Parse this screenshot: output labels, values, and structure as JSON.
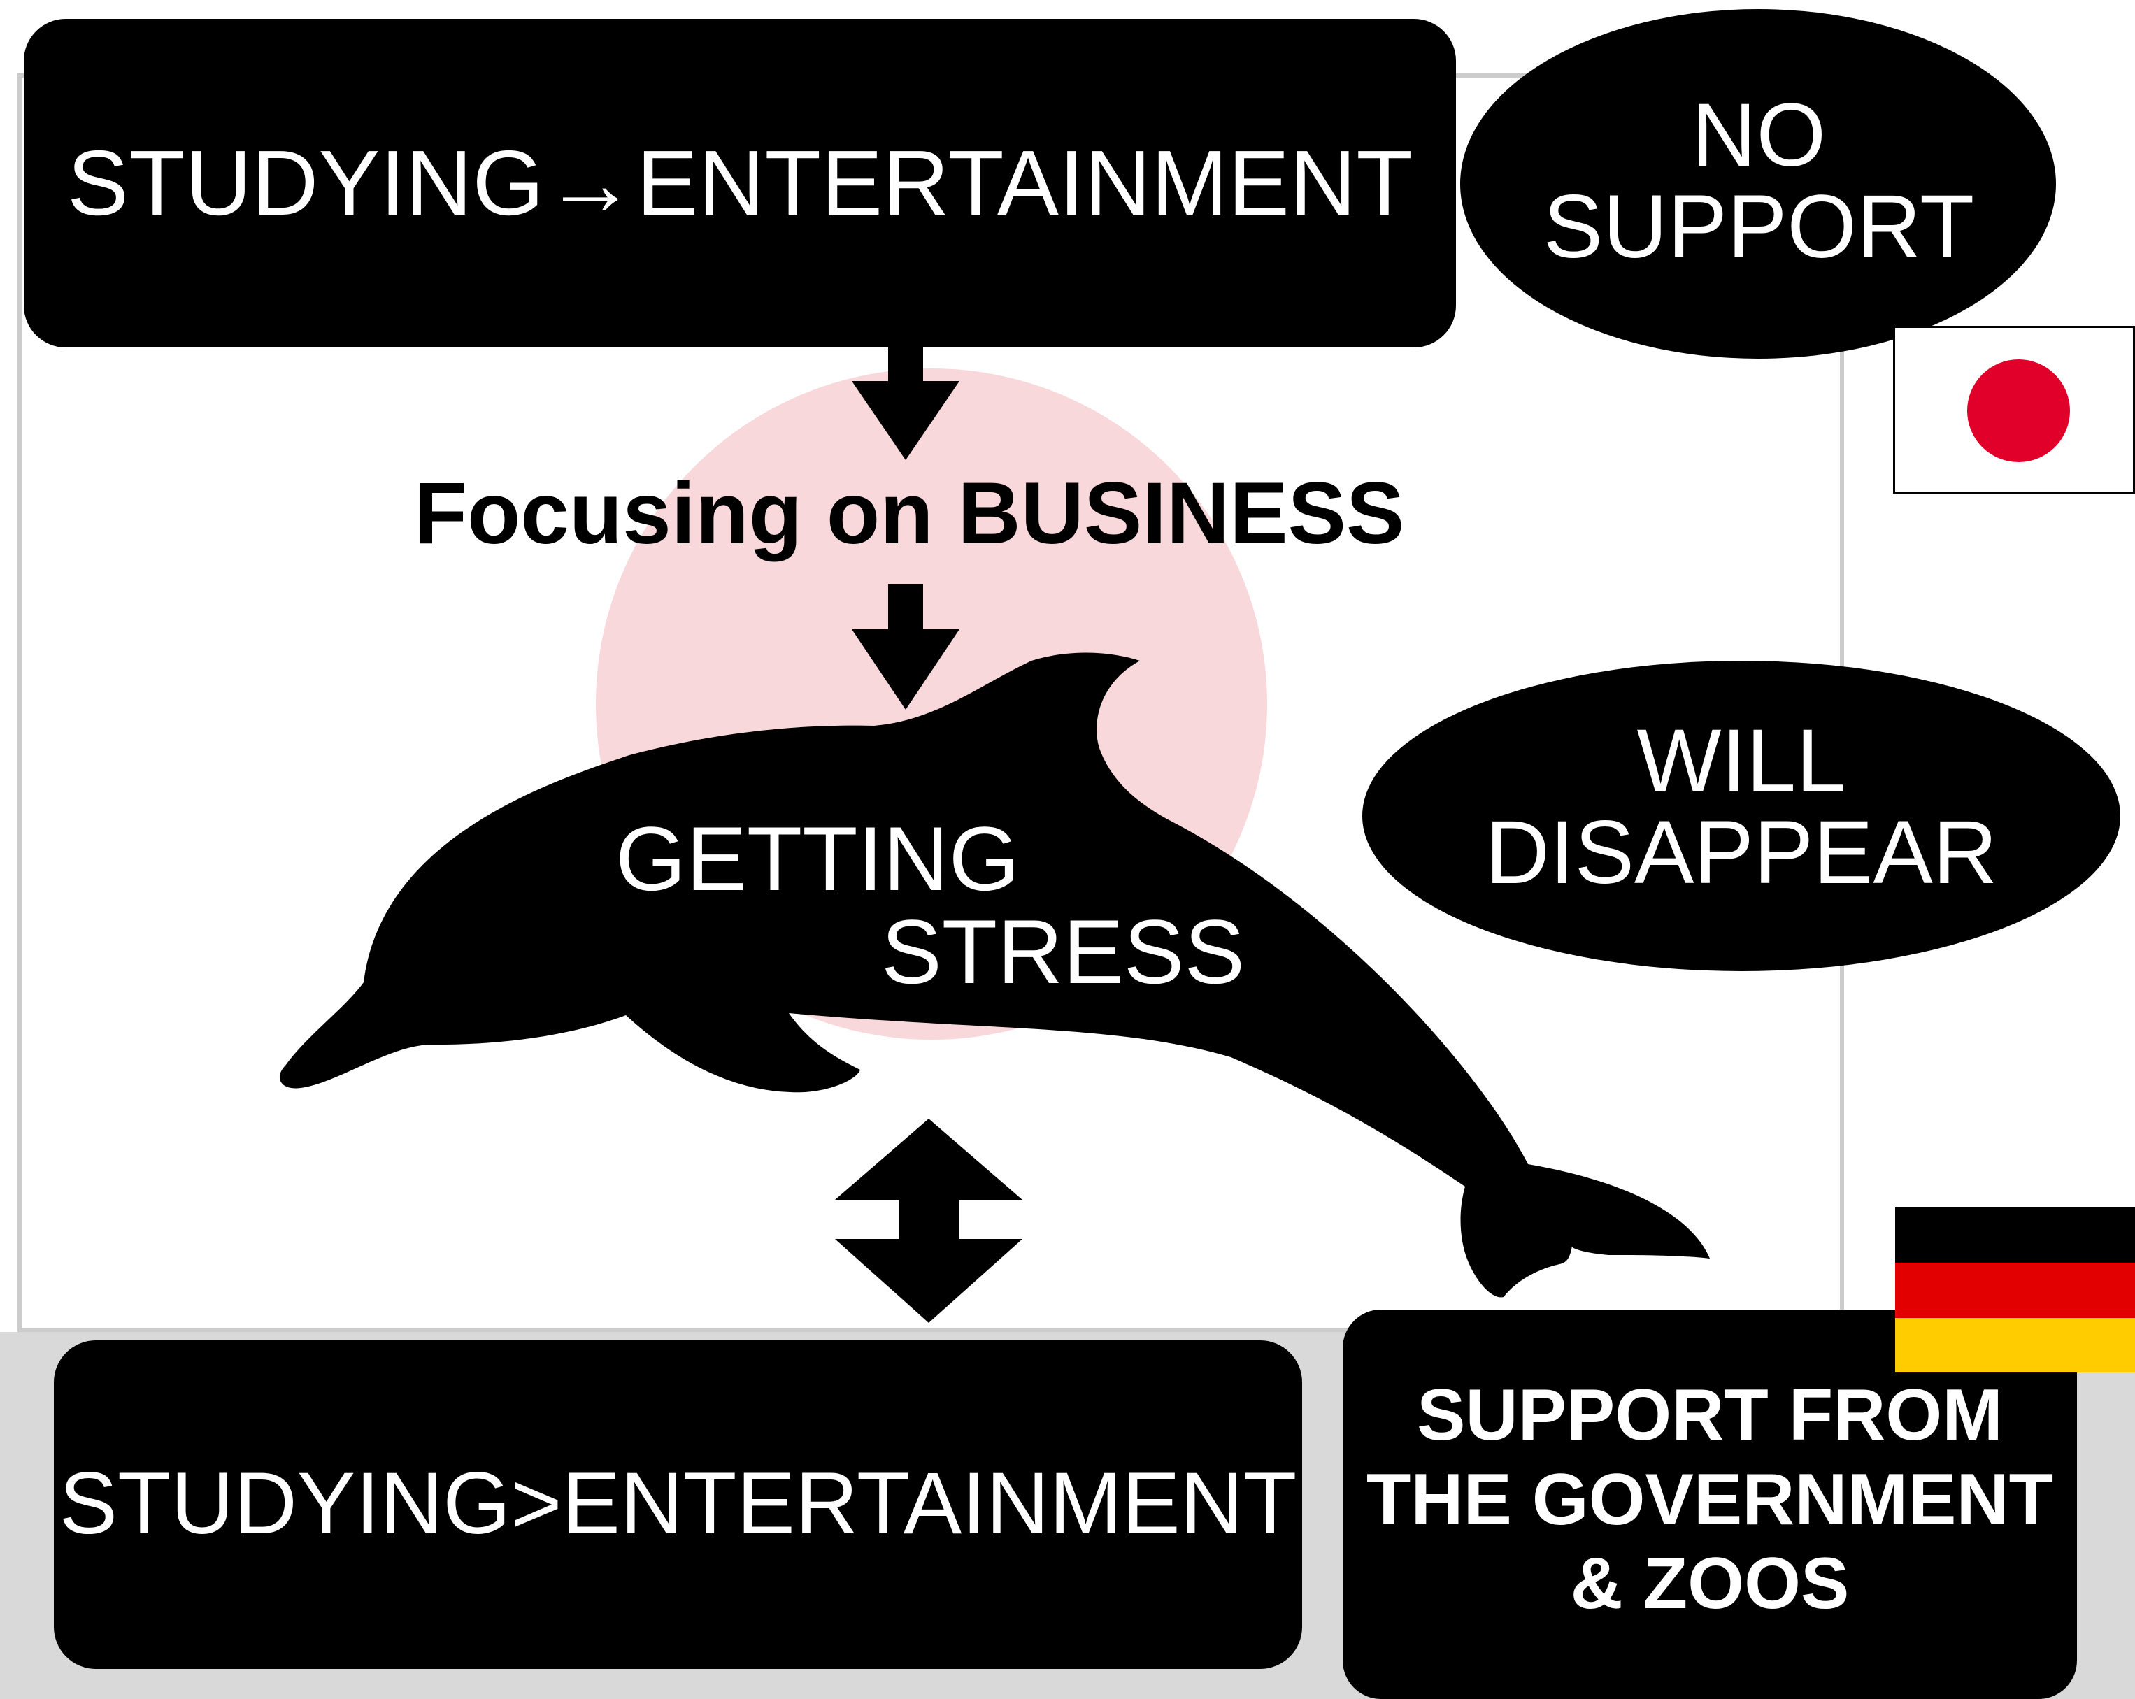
{
  "top_box": {
    "text": "STUDYING→ENTERTAINMENT"
  },
  "no_support": {
    "line1": "NO",
    "line2": "SUPPORT"
  },
  "focus": {
    "text": "Focusing on BUSINESS"
  },
  "dolphin": {
    "line1": "GETTING",
    "line2": "STRESS"
  },
  "will_disappear": {
    "line1": "WILL",
    "line2": "DISAPPEAR"
  },
  "bottom_box": {
    "text": "STUDYING>ENTERTAINMENT"
  },
  "support_box": {
    "line1": "SUPPORT FROM",
    "line2": "THE GOVERNMENT",
    "line3": "& ZOOS"
  },
  "flags": {
    "japan": {
      "field": "#ffffff",
      "disc": "#e0002a"
    },
    "germany": {
      "stripes": [
        "#000000",
        "#e20000",
        "#ffcc00"
      ]
    }
  },
  "colors": {
    "shape_fill": "#000000",
    "background_circle": "#f8d8db",
    "bottom_band": "#d9d9d9",
    "frame": "#cccccc"
  }
}
